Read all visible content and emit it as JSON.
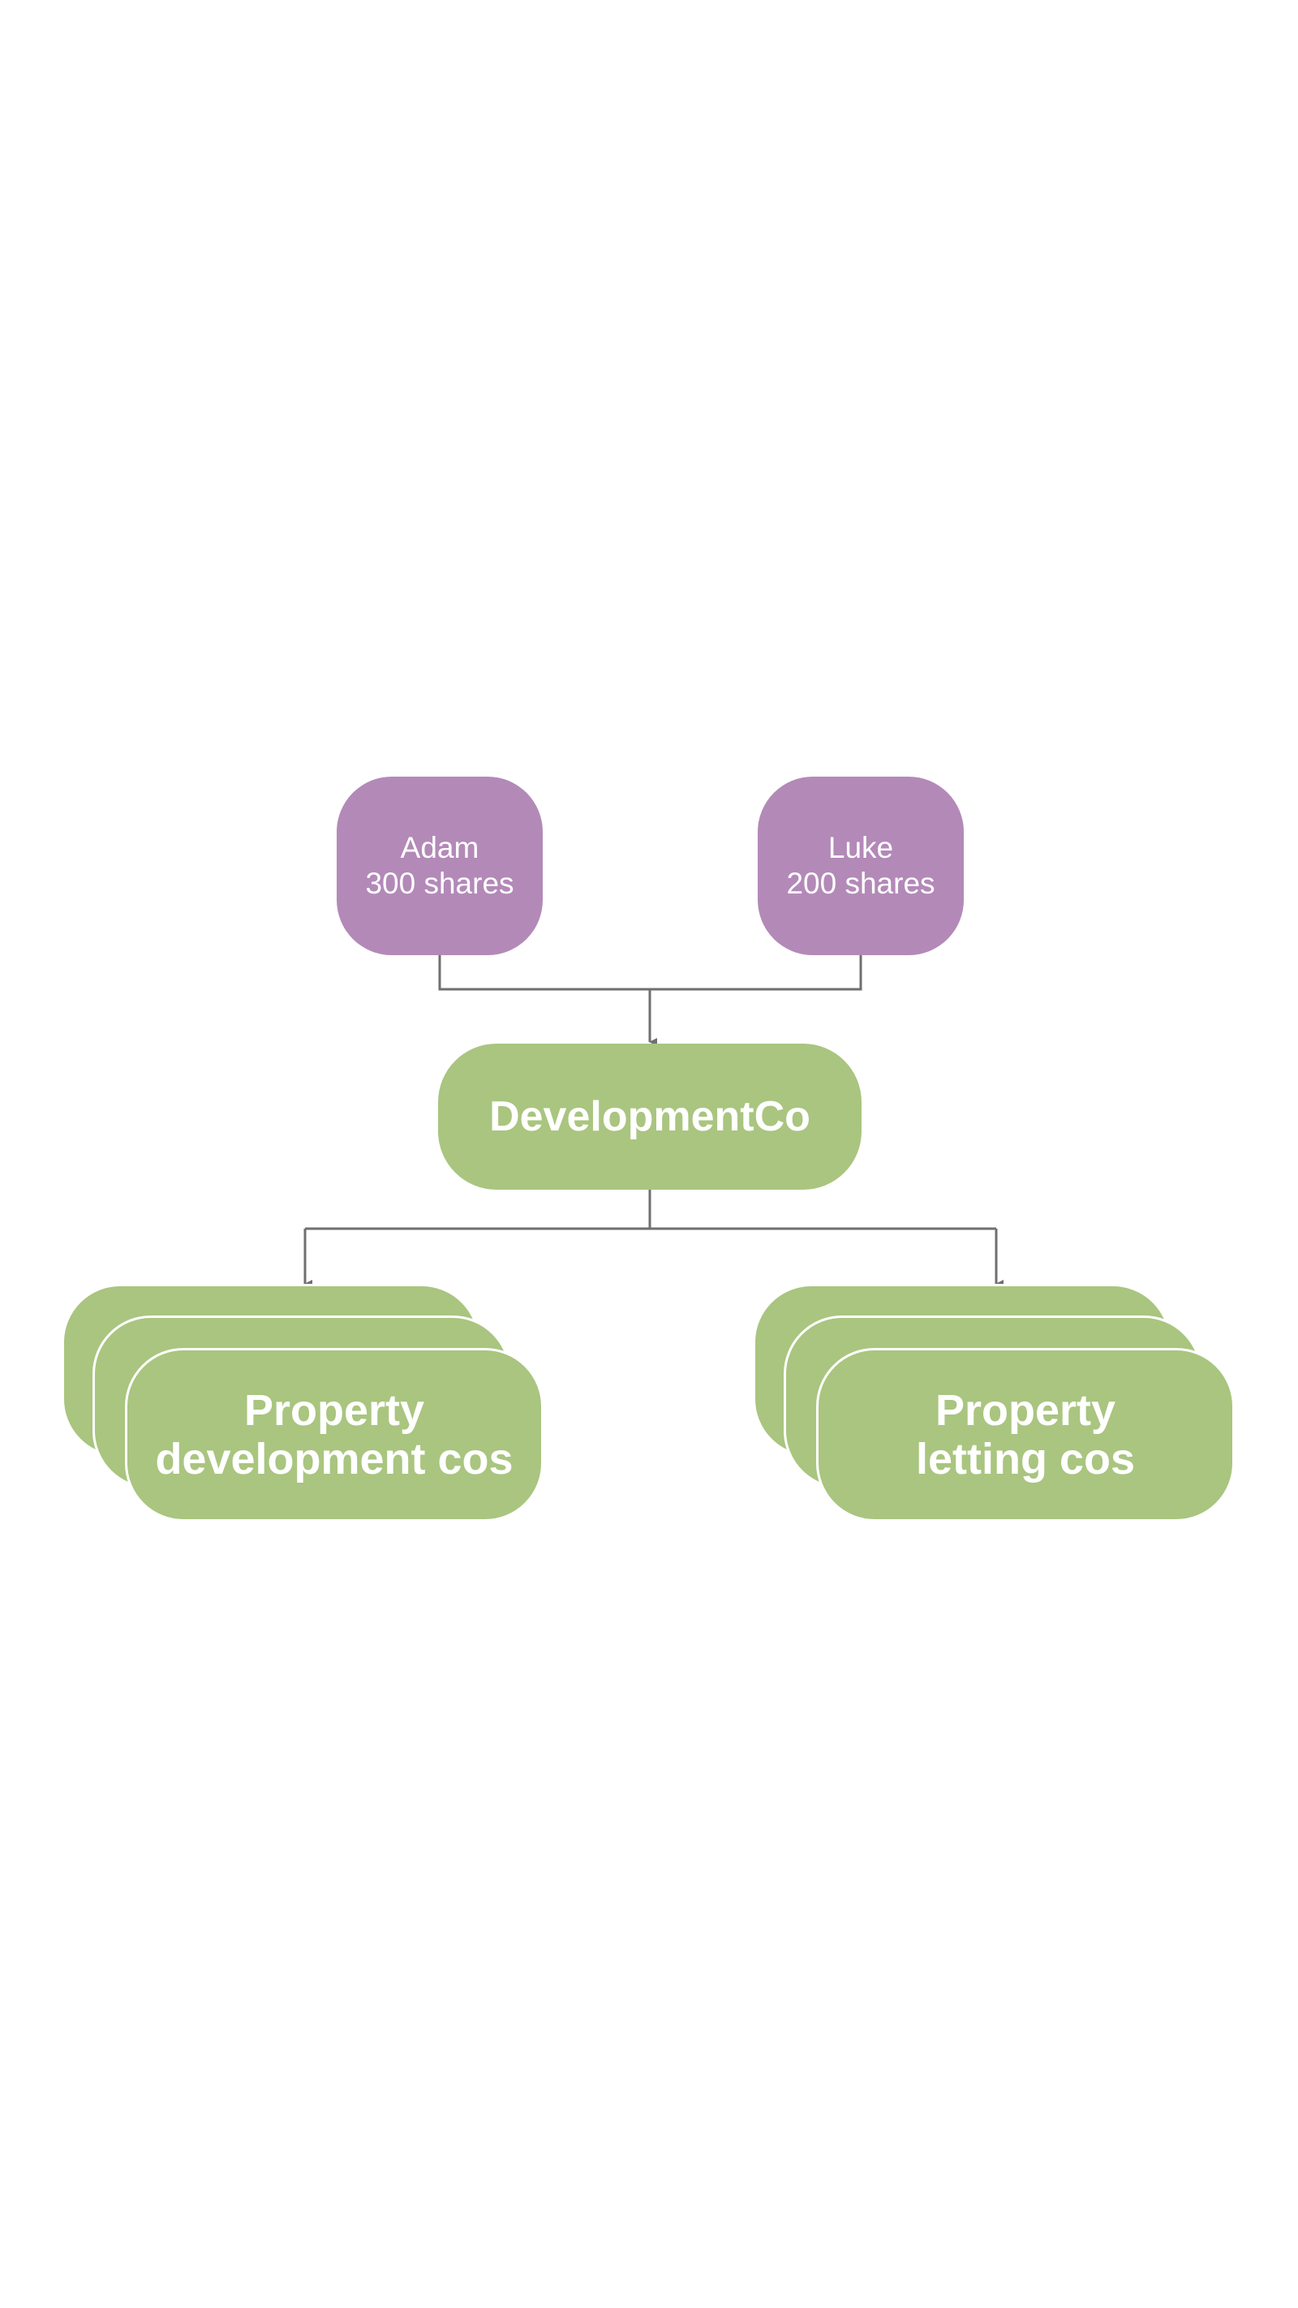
{
  "colors": {
    "shareholder_fill": "#b389b8",
    "company_fill": "#a9c57f",
    "connector": "#6f6f6f",
    "text": "#ffffff"
  },
  "shareholders": [
    {
      "name": "Adam",
      "shares": "300 shares"
    },
    {
      "name": "Luke",
      "shares": "200 shares"
    }
  ],
  "holding_company": {
    "name": "DevelopmentCo"
  },
  "subsidiary_groups": [
    {
      "line1": "Property",
      "line2": "development cos"
    },
    {
      "line1": "Property",
      "line2": "letting cos"
    }
  ]
}
